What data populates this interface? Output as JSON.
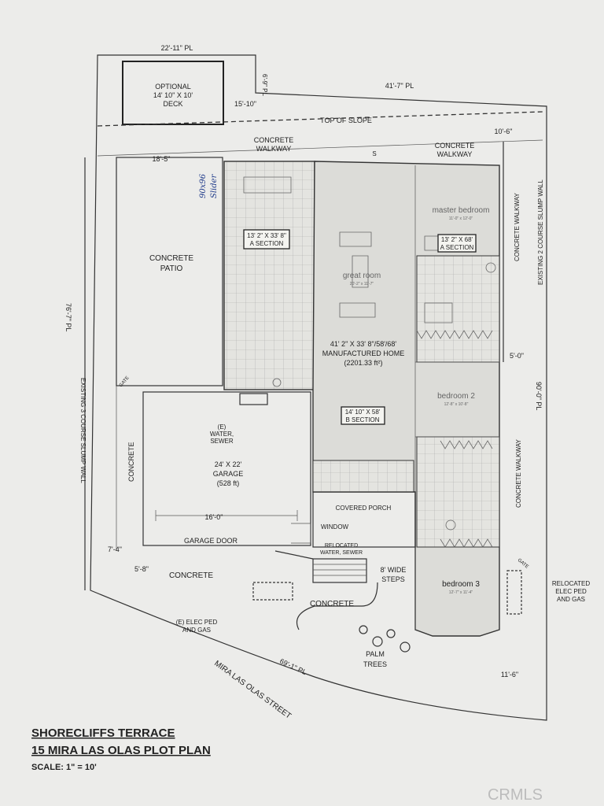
{
  "title": {
    "line1": "SHORECLIFFS TERRACE",
    "line2": "15 MIRA LAS OLAS PLOT PLAN",
    "scale": "SCALE: 1\" = 10'"
  },
  "dimensions": {
    "top_left": "22'-11\" PL",
    "top_small": "6'-9\" PL",
    "top_right": "41'-7\" PL",
    "deck_gap": "15'-10\"",
    "right_top": "10'-6\"",
    "walkway_left": "18'-5\"",
    "left_side": "76'-7\" PL",
    "right_mid": "5'-0\"",
    "right_side": "90'-0\" PL",
    "garage_width": "16'-0\"",
    "bottom_left": "7'-4\"",
    "bottom_left2": "5'-8\"",
    "street_pl": "69'-1\" PL",
    "right_bottom": "11'-6\""
  },
  "labels": {
    "deck": [
      "OPTIONAL",
      "14' 10\" X 10'",
      "DECK"
    ],
    "top_of_slope": "TOP OF SLOPE",
    "walkway_top": [
      "CONCRETE",
      "WALKWAY"
    ],
    "walkway_top_right": [
      "CONCRETE",
      "WALKWAY"
    ],
    "patio": [
      "CONCRETE",
      "PATIO"
    ],
    "section_a_left": [
      "13' 2\" X 33' 8\"",
      "A SECTION"
    ],
    "section_a_right": [
      "13' 2\" X 68'",
      "A SECTION"
    ],
    "section_b": [
      "14' 10\" X 58'",
      "B SECTION"
    ],
    "master_bedroom": "master bedroom",
    "master_bedroom_dim": "11'-0\" x 12'-0\"",
    "great_room": "great room",
    "great_room_dim": "20'-2\" x 11'-7\"",
    "home": [
      "41' 2\" X 33' 8\"/58'/68'",
      "MANUFACTURED HOME",
      "(2201.33 ft²)"
    ],
    "bedroom2": "bedroom 2",
    "bedroom2_dim": "12'-8\" x 10'-8\"",
    "bedroom3": "bedroom 3",
    "bedroom3_dim": "12'-7\" x 11'-4\"",
    "garage": [
      "(E)",
      "WATER,",
      "SEWER",
      "24' X 22'",
      "GARAGE",
      "(528 ft)"
    ],
    "garage_door": "GARAGE DOOR",
    "covered_porch": "COVERED PORCH",
    "window": "WINDOW",
    "relocated_water": [
      "RELOCATED",
      "WATER, SEWER"
    ],
    "steps": [
      "8' WIDE",
      "STEPS"
    ],
    "concrete_left": "CONCRETE",
    "concrete_bottom": "CONCRETE",
    "concrete_bottom2": "CONCRETE",
    "elec_left": [
      "(E) ELEC PED",
      "AND GAS"
    ],
    "elec_right": [
      "RELOCATED",
      "ELEC PED",
      "AND GAS"
    ],
    "palm": [
      "PALM",
      "TREES"
    ],
    "street": "MIRA LAS OLAS STREET",
    "wall_left": "EXISTING 3 COURSE SLUMP WALL",
    "wall_right": "EXISTING 2 COURSE SLUMP WALL",
    "walkway_right_top": "CONCRETE WALKWAY",
    "walkway_right_bottom": "CONCRETE WALKWAY",
    "gate_left": "GATE",
    "gate_right": "GATE",
    "s_mark": "S",
    "handwritten": [
      "90x96",
      "Slider"
    ]
  },
  "watermark": "CRMLS"
}
